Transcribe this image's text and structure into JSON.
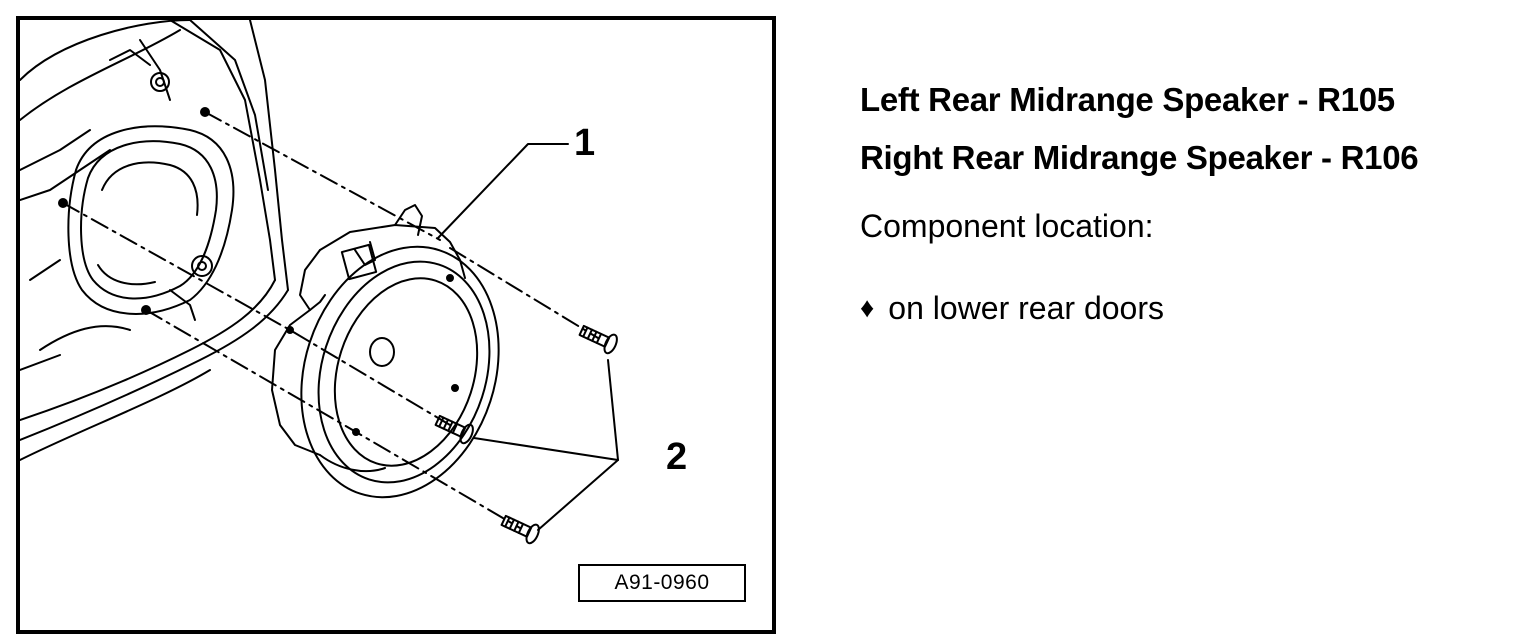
{
  "figure": {
    "callouts": [
      "1",
      "2"
    ],
    "reference_code": "A91-0960"
  },
  "text": {
    "titles": [
      "Left Rear Midrange Speaker - R105",
      "Right Rear Midrange Speaker - R106"
    ],
    "location_label": "Component location:",
    "location_items": [
      {
        "bullet": "♦",
        "text": "on lower rear doors"
      }
    ]
  }
}
